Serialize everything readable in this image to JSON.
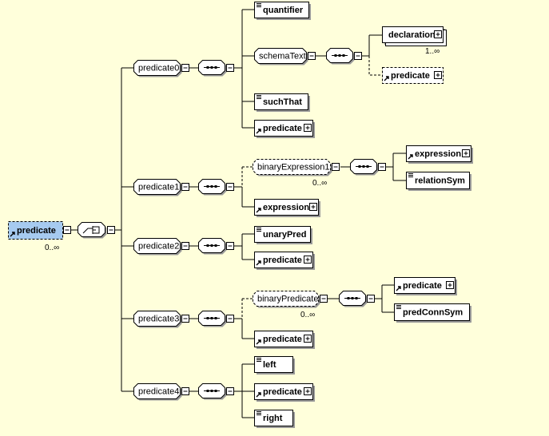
{
  "diagram": {
    "root": {
      "label": "predicate",
      "cardinality": "0..∞",
      "selected": true
    },
    "branches": {
      "predicate0": "predicate0",
      "predicate1": "predicate1",
      "predicate2": "predicate2",
      "predicate3": "predicate3",
      "predicate4": "predicate4"
    },
    "predicate0_children": {
      "quantifier": "quantifier",
      "schemaText": "schemaText",
      "declaration": "declaration",
      "declaration_cardinality": "1..∞",
      "schema_predicate": "predicate",
      "suchThat": "suchThat",
      "predicate": "predicate"
    },
    "predicate1_children": {
      "binaryExpression1": "binaryExpression1",
      "binaryExpression1_cardinality": "0..∞",
      "expression_a": "expression",
      "relationSym": "relationSym",
      "expression": "expression"
    },
    "predicate2_children": {
      "unaryPred": "unaryPred",
      "predicate": "predicate"
    },
    "predicate3_children": {
      "binaryPredicate": "binaryPredicate",
      "binaryPredicate_cardinality": "0..∞",
      "predicate_a": "predicate",
      "predConnSym": "predConnSym",
      "predicate": "predicate"
    },
    "predicate4_children": {
      "left": "left",
      "predicate": "predicate",
      "right": "right"
    },
    "colors": {
      "background": "#FFFFDB",
      "selected": "#A6CAF0"
    }
  }
}
